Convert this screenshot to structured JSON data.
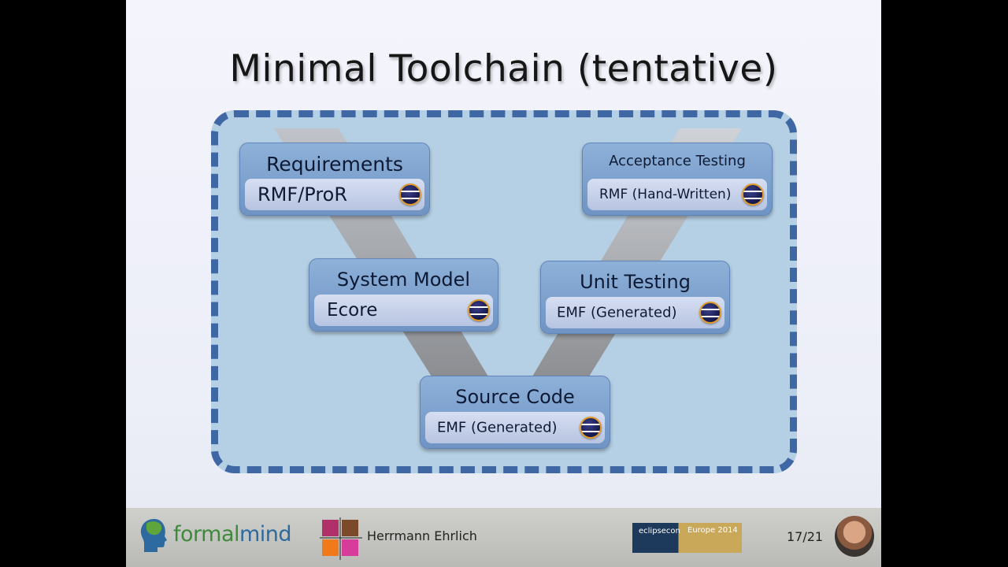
{
  "slide": {
    "title": "Minimal Toolchain (tentative)",
    "boxes": {
      "requirements": {
        "title": "Requirements",
        "tool": "RMF/ProR"
      },
      "acceptance": {
        "title": "Acceptance Testing",
        "tool": "RMF (Hand-Written)"
      },
      "system_model": {
        "title": "System Model",
        "tool": "Ecore"
      },
      "unit_testing": {
        "title": "Unit Testing",
        "tool": "EMF (Generated)"
      },
      "source_code": {
        "title": "Source Code",
        "tool": "EMF (Generated)"
      }
    },
    "icon": "eclipse-icon"
  },
  "footer": {
    "brand_part1": "formal",
    "brand_part2": "mind",
    "author": "Herrmann Ehrlich",
    "conference_name": "eclipsecon",
    "conference_edition": "Europe 2014",
    "page": "17/21"
  },
  "colors": {
    "frame_border": "#3e67a3",
    "frame_fill": "#b5cfe4",
    "box_fill": "#7fa3cf",
    "inner_fill": "#c7d1ea"
  }
}
